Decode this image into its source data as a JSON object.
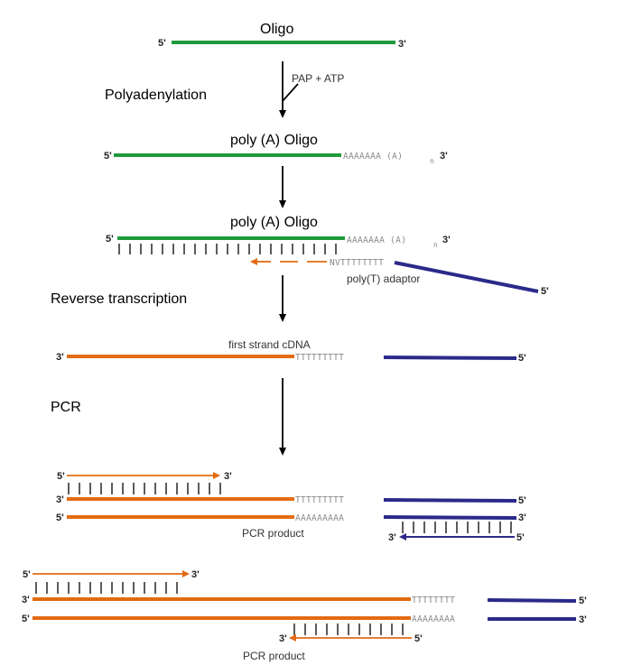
{
  "colors": {
    "oligo": "#1f9a3d",
    "cdna": "#e36b12",
    "adaptor": "#2b2a8a",
    "text": "#000000"
  },
  "labels": {
    "oligo": "Oligo",
    "pap_atp": "PAP + ATP",
    "polyadenylation": "Polyadenylation",
    "poly_a_oligo_1": "poly (A) Oligo",
    "poly_a_oligo_2": "poly (A) Oligo",
    "poly_t_adaptor": "poly(T) adaptor",
    "reverse_transcription": "Reverse transcription",
    "first_strand_cdna": "first strand cDNA",
    "pcr": "PCR",
    "pcr_product_1": "PCR product",
    "pcr_product_2": "PCR product"
  },
  "ends": {
    "five": "5'",
    "three": "3'"
  },
  "sequences": {
    "poly_a_tail": "AAAAAAA (A)",
    "poly_a_n": "n",
    "adaptor_anchor": "NVTTTTTTTT",
    "poly_t": "TTTTTTTTT",
    "poly_a": "AAAAAAAAA",
    "poly_t_short": "TTTTTTTT",
    "poly_a_short": "AAAAAAAA"
  }
}
